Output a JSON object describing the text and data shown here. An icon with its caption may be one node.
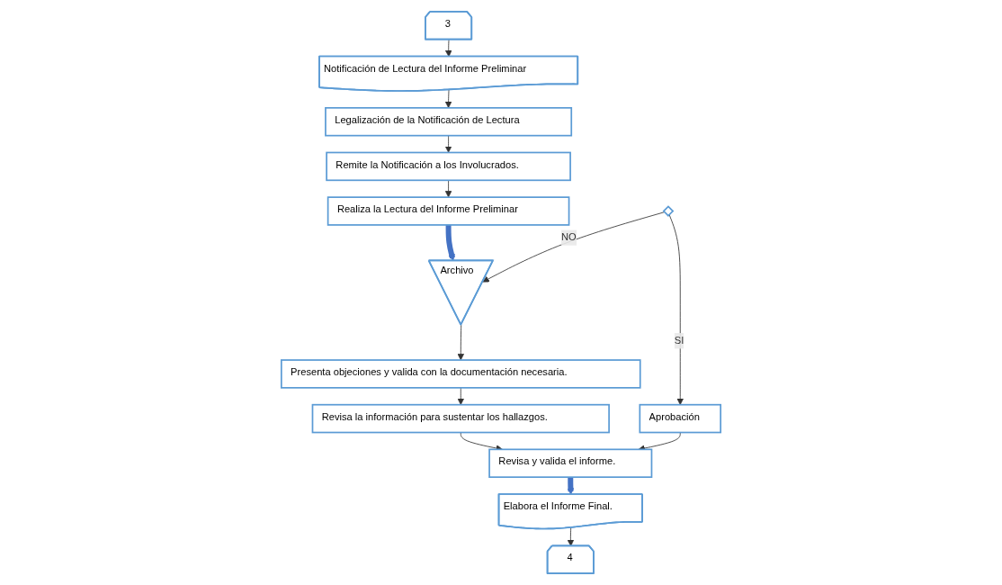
{
  "diagram": {
    "nodes": [
      {
        "text": [
          "3"
        ]
      },
      {
        "text": [
          "Notificación de Lectura del Informe Preliminar"
        ]
      },
      {
        "text": [
          "Legalización de la Notificación de Lectura"
        ]
      },
      {
        "text": [
          "Remite la Notificación a los Involucrados."
        ]
      },
      {
        "text": [
          "Realiza la Lectura del Informe Preliminar"
        ]
      },
      {
        "text": [
          "Archivo"
        ]
      },
      {
        "text": [],
        "shape": "diamond"
      },
      {
        "text": [
          "Presenta objeciones y valida con la documentación necesaria."
        ]
      },
      {
        "text": [
          "Revisa la información para sustentar los hallazgos."
        ]
      },
      {
        "text": [
          "Revisa y valida el informe."
        ]
      },
      {
        "text": [
          "Aprobación"
        ]
      },
      {
        "text": [
          "Elabora el Informe Final."
        ]
      },
      {
        "text": [
          "4"
        ]
      }
    ],
    "edges": [
      {
        "from": 0,
        "to": 1,
        "arrow": "to"
      },
      {
        "from": 1,
        "to": 2,
        "arrow": "to"
      },
      {
        "from": 2,
        "to": 3,
        "arrow": "to"
      },
      {
        "from": 3,
        "to": 4,
        "arrow": "to"
      },
      {
        "from": 4,
        "to": 5,
        "arrow": "to",
        "style": "thick",
        "color": "#4472c4"
      },
      {
        "from": 5,
        "to": 7,
        "arrow": "to"
      },
      {
        "from": 6,
        "to": 5,
        "label": "NO",
        "arrow": "to"
      },
      {
        "from": 6,
        "to": 10,
        "label": "SI",
        "arrow": "to"
      },
      {
        "from": 7,
        "to": 8,
        "arrow": "to"
      },
      {
        "from": 8,
        "to": 9,
        "arrow": "to"
      },
      {
        "from": 10,
        "to": 9,
        "arrow": "to"
      },
      {
        "from": 9,
        "to": 11,
        "arrow": "to",
        "style": "thick",
        "color": "#4472c4"
      },
      {
        "from": 11,
        "to": 12,
        "arrow": "to"
      }
    ]
  }
}
